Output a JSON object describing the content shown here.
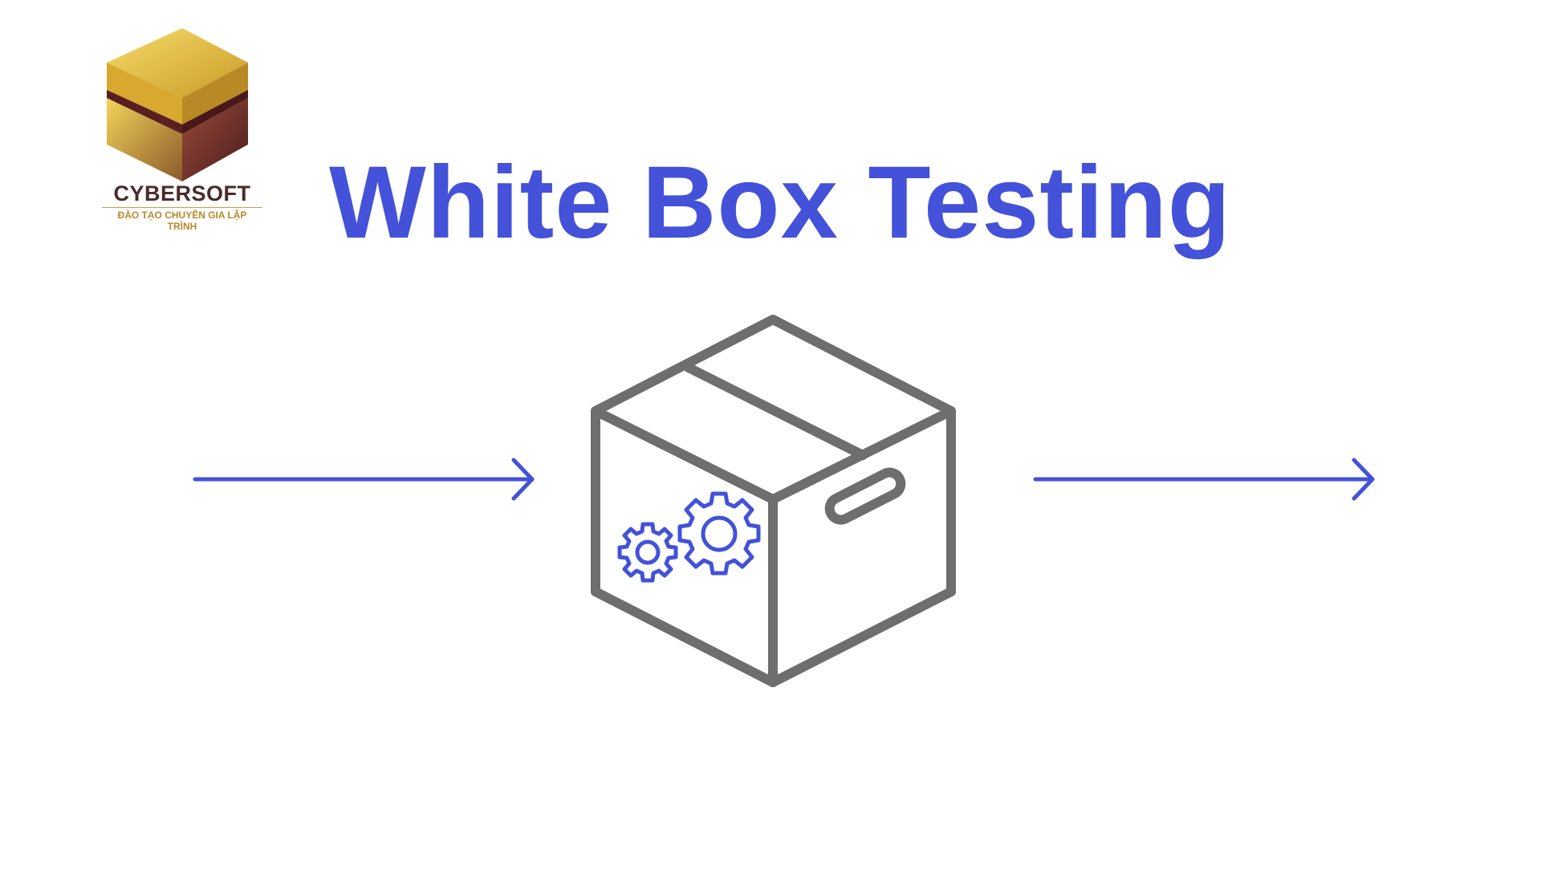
{
  "logo": {
    "name": "CYBERSOFT",
    "tagline": "ĐÀO TẠO CHUYÊN GIA LẬP TRÌNH"
  },
  "title": "White Box Testing",
  "colors": {
    "accent": "#4352d8",
    "box_outline": "#6e6e6e",
    "logo_gold": "#e2bb3a",
    "logo_maroon": "#6a2a2a"
  },
  "diagram": {
    "input_arrow": "arrow-right-icon",
    "box": "open-box-icon",
    "gears": "gears-icon",
    "output_arrow": "arrow-right-icon"
  }
}
